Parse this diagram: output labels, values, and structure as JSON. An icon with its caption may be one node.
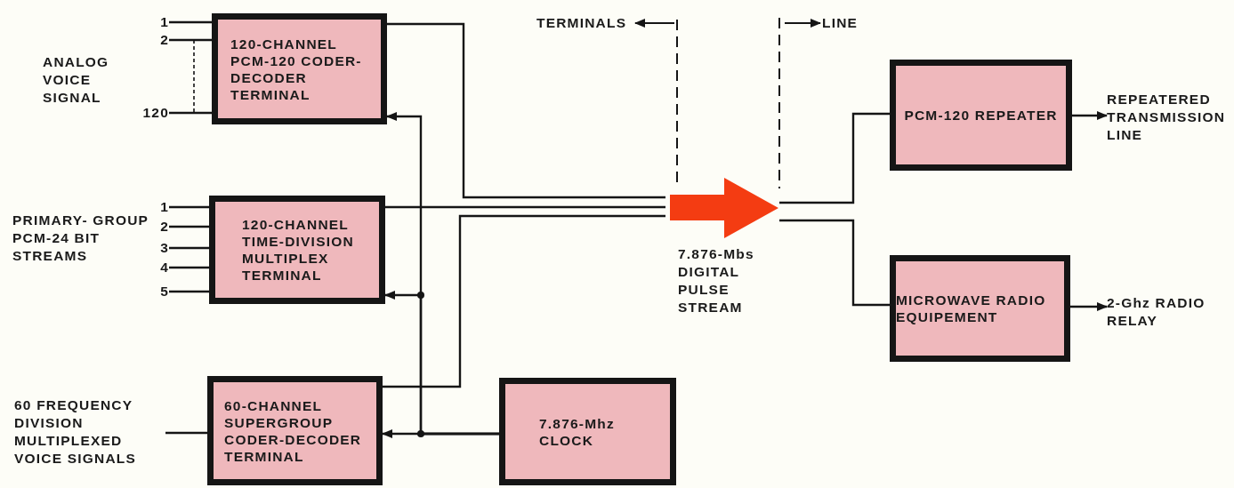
{
  "diagram": {
    "nodes": [
      {
        "text": [
          "1"
        ]
      },
      {
        "text": [
          "2"
        ]
      },
      {
        "text": [
          "120"
        ]
      },
      {
        "text": [
          "120-CHANNEL PCM-120 CODER-DECODER TERMINAL"
        ]
      },
      {
        "text": [
          "1"
        ]
      },
      {
        "text": [
          "2"
        ]
      },
      {
        "text": [
          "3"
        ]
      },
      {
        "text": [
          "4"
        ]
      },
      {
        "text": [
          "5"
        ]
      },
      {
        "text": [
          "120-CHANNEL TIME-DIVISION MULTIPLEX TERMINAL"
        ]
      },
      {
        "text": [
          "60 FREQUENCY DIVISION MULTIPLEXED VOICE SIGNALS"
        ]
      },
      {
        "text": [
          "60-CHANNEL SUPERGROUP CODER-DECODER TERMINAL"
        ]
      },
      {
        "text": [
          "7.876-Mhz CLOCK"
        ]
      },
      {
        "text": [],
        "shape": "arrow",
        "beside": [
          "7.876-Mbs DIGITAL PULSE STREAM"
        ]
      },
      {
        "text": [
          "PCM-120 REPEATER"
        ]
      },
      {
        "text": [
          "MICROWAVE RADIO EQUIPEMENT"
        ]
      },
      {
        "text": [
          "REPEATERED TRANSMISSION LINE"
        ]
      },
      {
        "text": [
          "2-Ghz RADIO RELAY"
        ]
      }
    ],
    "edges": [
      {
        "from": 0,
        "to": 3,
        "arrow": "none"
      },
      {
        "from": 1,
        "to": 3,
        "arrow": "none"
      },
      {
        "from": 2,
        "to": 3,
        "arrow": "none"
      },
      {
        "from": 4,
        "to": 9,
        "arrow": "none"
      },
      {
        "from": 5,
        "to": 9,
        "arrow": "none"
      },
      {
        "from": 6,
        "to": 9,
        "arrow": "none"
      },
      {
        "from": 7,
        "to": 9,
        "arrow": "none"
      },
      {
        "from": 8,
        "to": 9,
        "arrow": "none"
      },
      {
        "from": 10,
        "to": 11,
        "arrow": "none"
      },
      {
        "from": 12,
        "to": 3,
        "arrow": "to"
      },
      {
        "from": 12,
        "to": 9,
        "arrow": "to"
      },
      {
        "from": 12,
        "to": 11,
        "arrow": "to"
      },
      {
        "from": 3,
        "to": 13,
        "arrow": "none"
      },
      {
        "from": 9,
        "to": 13,
        "arrow": "none"
      },
      {
        "from": 11,
        "to": 13,
        "arrow": "none"
      },
      {
        "from": 13,
        "to": 14,
        "arrow": "none"
      },
      {
        "from": 13,
        "to": 15,
        "arrow": "none"
      },
      {
        "from": 14,
        "to": 16,
        "arrow": "to"
      },
      {
        "from": 15,
        "to": 17,
        "arrow": "to"
      }
    ],
    "labels": [
      "ANALOG VOICE SIGNAL",
      "TERMINALS",
      "LINE",
      "PRIMARY- GROUP PCM-24 BIT STREAMS"
    ]
  }
}
